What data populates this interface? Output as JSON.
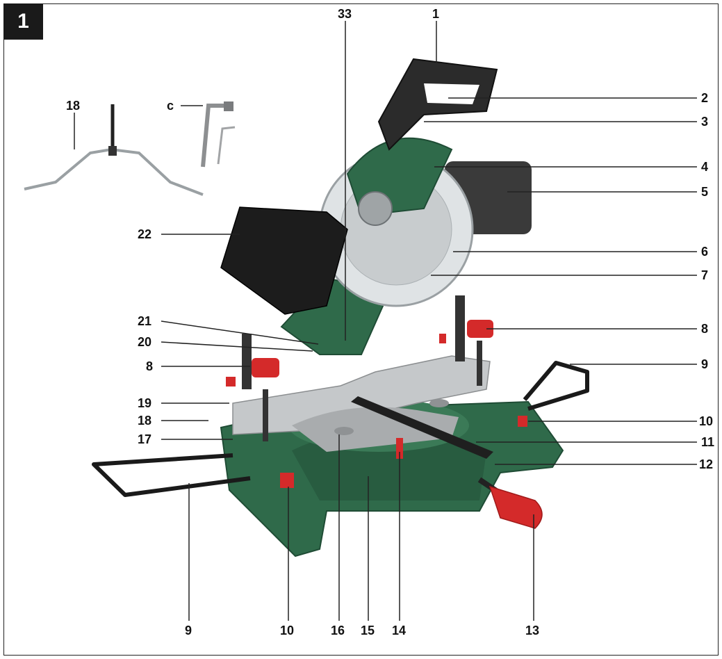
{
  "figure": {
    "number": "1",
    "colors": {
      "machine_green": "#2f6a4a",
      "dark_green": "#1f4c35",
      "red_knob": "#d42a2a",
      "steel": "#b9bcbe",
      "black": "#1a1a1a"
    }
  },
  "callouts": {
    "l1": "1",
    "l2": "2",
    "l3": "3",
    "l4": "4",
    "l5": "5",
    "l6": "6",
    "l7": "7",
    "l8r": "8",
    "l9r": "9",
    "l10r": "10",
    "l11": "11",
    "l12": "12",
    "l13": "13",
    "l14": "14",
    "l15": "15",
    "l16": "16",
    "l33": "33",
    "l22": "22",
    "l21": "21",
    "l20": "20",
    "l8l": "8",
    "l19": "19",
    "l18": "18",
    "l17": "17",
    "l9b": "9",
    "l10b": "10",
    "l18top": "18",
    "lc": "c"
  }
}
